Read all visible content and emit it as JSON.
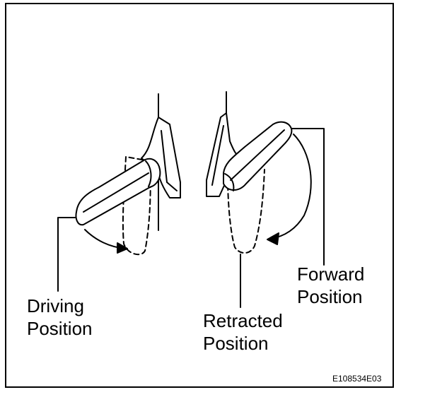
{
  "labels": {
    "driving_line1": "Driving",
    "driving_line2": "Position",
    "retracted_line1": "Retracted",
    "retracted_line2": "Position",
    "forward_line1": "Forward",
    "forward_line2": "Position"
  },
  "figure_code": "E108534E03",
  "colors": {
    "ink": "#000000",
    "paper": "#ffffff"
  }
}
